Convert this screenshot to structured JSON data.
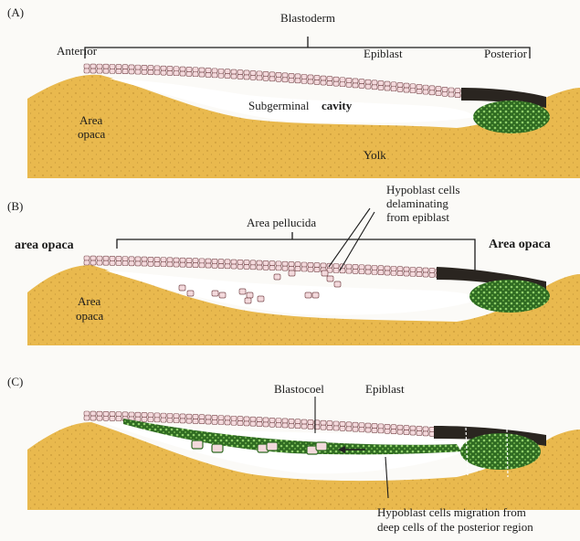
{
  "panels": [
    {
      "tag": "(A)",
      "labels": {
        "blastoderm": "Blastoderm",
        "anterior": "Anterior",
        "epiblast": "Epiblast",
        "posterior": "Posterior",
        "subgerminal": "Subgerminal",
        "cavity": "cavity",
        "area_opaca_1": "Area",
        "area_opaca_2": "opaca",
        "yolk": "Yolk"
      }
    },
    {
      "tag": "(B)",
      "labels": {
        "hypoblast_1": "Hypoblast cells",
        "hypoblast_2": "delaminating",
        "hypoblast_3": "from epiblast",
        "area_pellucida": "Area pellucida",
        "area_opaca_left": "area opaca",
        "area_opaca_right": "Area opaca",
        "area_opaca_1": "Area",
        "area_opaca_2": "opaca"
      }
    },
    {
      "tag": "(C)",
      "labels": {
        "blastocoel": "Blastocoel",
        "epiblast": "Epiblast",
        "migration_1": "Hypoblast cells migration from",
        "migration_2": "deep cells of the posterior region"
      }
    }
  ],
  "colors": {
    "yolk": "#e9b94e",
    "yolk_dots": "#b98a2e",
    "cell_fill": "#f3d9dc",
    "cell_stroke": "#7a4a4e",
    "dark_cells": "#2a2520",
    "green_cells": "#3f7f2c",
    "green_light": "#8fcf6a"
  }
}
